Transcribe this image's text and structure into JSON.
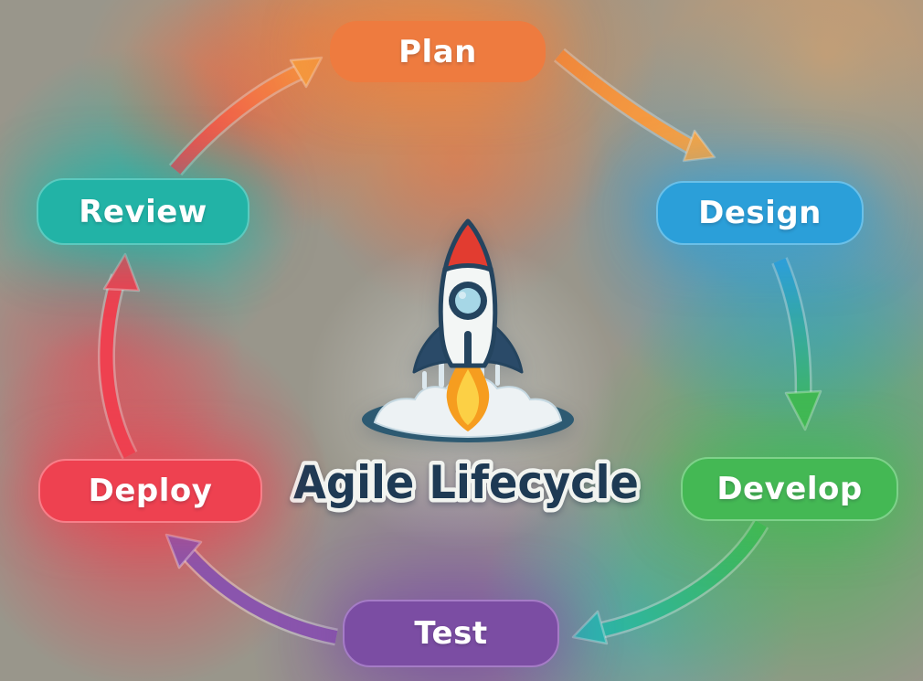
{
  "title": "Agile Lifecycle",
  "center": {
    "title": "Agile Lifecycle",
    "title_color": "#1e3a54",
    "title_outline": "#f2f4f0",
    "icon": "rocket-launch-icon"
  },
  "stages": [
    {
      "id": "plan",
      "label": "Plan",
      "color": "#ee7b3f"
    },
    {
      "id": "design",
      "label": "Design",
      "color": "#2b9fd9"
    },
    {
      "id": "develop",
      "label": "Develop",
      "color": "#44b854"
    },
    {
      "id": "test",
      "label": "Test",
      "color": "#7b4da3"
    },
    {
      "id": "deploy",
      "label": "Deploy",
      "color": "#ee4150"
    },
    {
      "id": "review",
      "label": "Review",
      "color": "#22b3a6"
    }
  ],
  "arrows": [
    {
      "name": "plan-to-design",
      "from": "Plan",
      "to": "Design",
      "color_start": "#f08a3c",
      "color_end": "#f7a445"
    },
    {
      "name": "design-to-develop",
      "from": "Design",
      "to": "Develop",
      "color_start": "#2e9fd8",
      "color_end": "#41b854"
    },
    {
      "name": "develop-to-test",
      "from": "Develop",
      "to": "Test",
      "color_start": "#41b854",
      "color_end": "#2bb5ae"
    },
    {
      "name": "test-to-deploy",
      "from": "Test",
      "to": "Deploy",
      "color_start": "#8a55ad",
      "color_end": "#8a55ad"
    },
    {
      "name": "deploy-to-review",
      "from": "Deploy",
      "to": "Review",
      "color_start": "#ee4150",
      "color_end": "#ee4150"
    },
    {
      "name": "review-to-plan",
      "from": "Review",
      "to": "Plan",
      "color_start": "#ee4150",
      "color_end": "#f59a3e"
    }
  ]
}
